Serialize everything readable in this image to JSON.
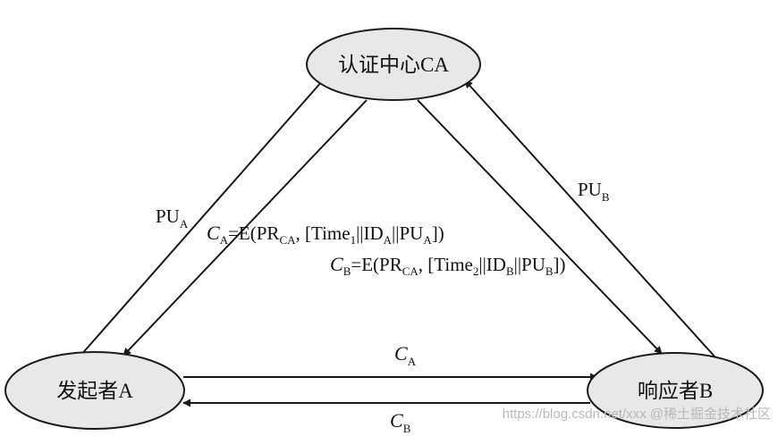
{
  "nodes": {
    "ca": "认证中心CA",
    "a": "发起者A",
    "b": "响应者B"
  },
  "labels": {
    "pu_a": {
      "main": "PU",
      "sub": "A"
    },
    "pu_b": {
      "main": "PU",
      "sub": "B"
    },
    "c_a_formula": {
      "c": "C",
      "c_sub": "A",
      "t1": "=E(PR",
      "ca_sub": "CA",
      "t2": ", [Time",
      "time_sub": "1",
      "t3": "||ID",
      "id_sub": "A",
      "t4": "||PU",
      "pu_sub": "A",
      "t5": "])"
    },
    "c_b_formula": {
      "c": "C",
      "c_sub": "B",
      "t1": "=E(PR",
      "ca_sub": "CA",
      "t2": ", [Time",
      "time_sub": "2",
      "t3": "||ID",
      "id_sub": "B",
      "t4": "||PU",
      "pu_sub": "B",
      "t5": "])"
    },
    "c_a_bottom": {
      "c": "C",
      "sub": "A"
    },
    "c_b_bottom": {
      "c": "C",
      "sub": "B"
    }
  },
  "watermark": "https://blog.csdn.net/xxx @稀土掘金技术社区"
}
